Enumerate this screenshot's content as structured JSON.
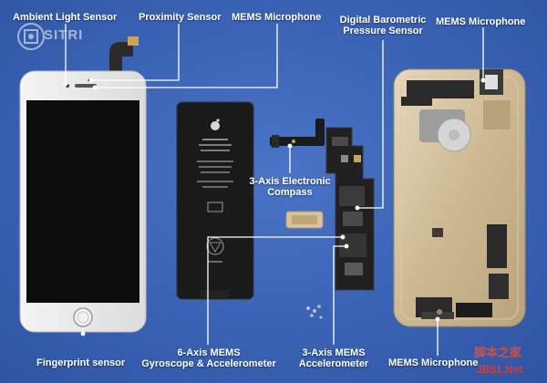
{
  "labels": {
    "ambient_light_sensor": "Ambient Light Sensor",
    "proximity_sensor": "Proximity Sensor",
    "mems_microphone_top": "MEMS Microphone",
    "barometric_line1": "Digital Barometric",
    "barometric_line2": "Pressure Sensor",
    "mems_microphone_right": "MEMS Microphone",
    "compass_line1": "3-Axis Electronic",
    "compass_line2": "Compass",
    "fingerprint_sensor": "Fingerprint sensor",
    "gyro_line1": "6-Axis MEMS",
    "gyro_line2": "Gyroscope & Accelerometer",
    "accel_line1": "3-Axis MEMS",
    "accel_line2": "Accelerometer",
    "mems_microphone_bottom": "MEMS Microphone"
  },
  "logo": {
    "text": "SITRI"
  },
  "watermark": {
    "line1": "脚本之家",
    "line2": "JB51.Net"
  },
  "colors": {
    "background": "#3a62b4",
    "callout_text": "#ffffff",
    "leader_line": "#ffffff",
    "watermark": "#e04a3a"
  }
}
